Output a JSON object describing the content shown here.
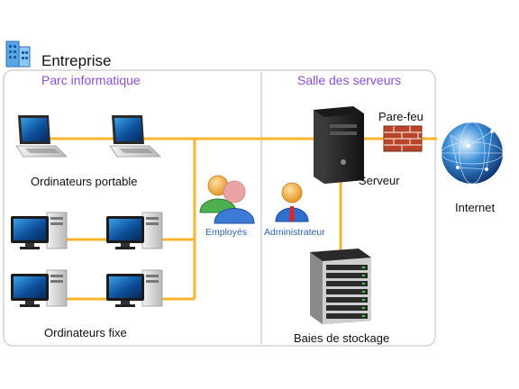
{
  "title": "Entreprise",
  "sections": {
    "left": "Parc informatique",
    "right": "Salle des serveurs"
  },
  "labels": {
    "laptops": "Ordinateurs portable",
    "desktops": "Ordinateurs fixe",
    "employees": "Employés",
    "admin": "Administrateur",
    "server": "Serveur",
    "firewall": "Pare-feu",
    "storage": "Baies de stockage",
    "internet": "Internet"
  },
  "colors": {
    "link": "#f6b52d",
    "border": "#c9c9c9",
    "section_text": "#8e4fd6",
    "role_text": "#2f5fb0"
  },
  "icons": [
    "building-icon",
    "laptop-icon",
    "desktop-icon",
    "users-icon",
    "admin-icon",
    "server-icon",
    "firewall-icon",
    "storage-icon",
    "globe-icon"
  ]
}
